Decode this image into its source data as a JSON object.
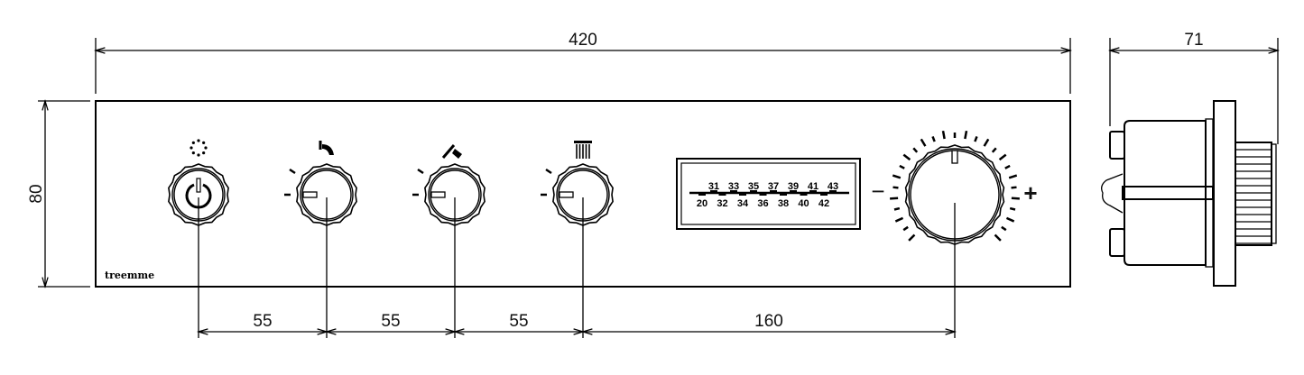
{
  "dimensions": {
    "width": "420",
    "height": "80",
    "depth": "71",
    "spacing": [
      "55",
      "55",
      "55",
      "160"
    ]
  },
  "panel": {
    "brand": "treemme",
    "knobs": [
      {
        "function": "power",
        "icon": "power-icon",
        "top_icon": "spray-dots-icon"
      },
      {
        "function": "spout",
        "icon": "indicator-bar",
        "top_icon": "spout-icon"
      },
      {
        "function": "hand-shower",
        "icon": "indicator-bar",
        "top_icon": "hand-shower-icon"
      },
      {
        "function": "overhead-shower",
        "icon": "indicator-bar",
        "top_icon": "overhead-shower-icon"
      }
    ],
    "temperature_scale": {
      "top": [
        "31",
        "33",
        "35",
        "37",
        "39",
        "41",
        "43"
      ],
      "bottom": [
        "20",
        "32",
        "34",
        "36",
        "38",
        "40",
        "42"
      ]
    },
    "main_knob": {
      "minus": "−",
      "plus": "+"
    }
  }
}
